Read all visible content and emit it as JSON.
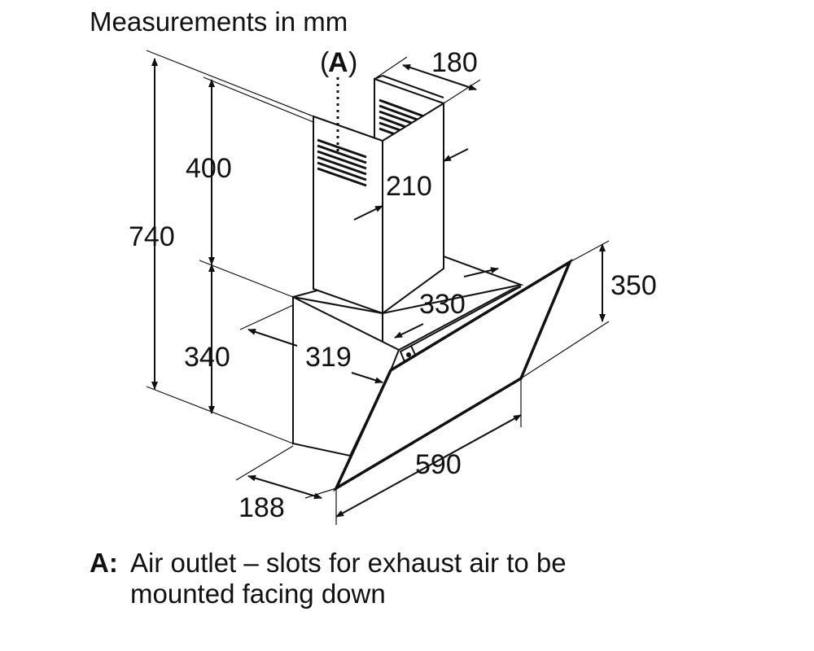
{
  "title": "Measurements in mm",
  "outlet_label": {
    "open": "(",
    "letter": "A",
    "close": ")"
  },
  "dimensions": {
    "height_total": "740",
    "chimney_height": "400",
    "body_height": "340",
    "chimney_width": "180",
    "chimney_depth": "210",
    "body_width": "330",
    "depth": "319",
    "glass_height": "350",
    "width": "590",
    "base_depth": "188"
  },
  "legend": {
    "key": "A:",
    "line1": "Air outlet – slots for exhaust air to be",
    "line2": "mounted facing down"
  }
}
